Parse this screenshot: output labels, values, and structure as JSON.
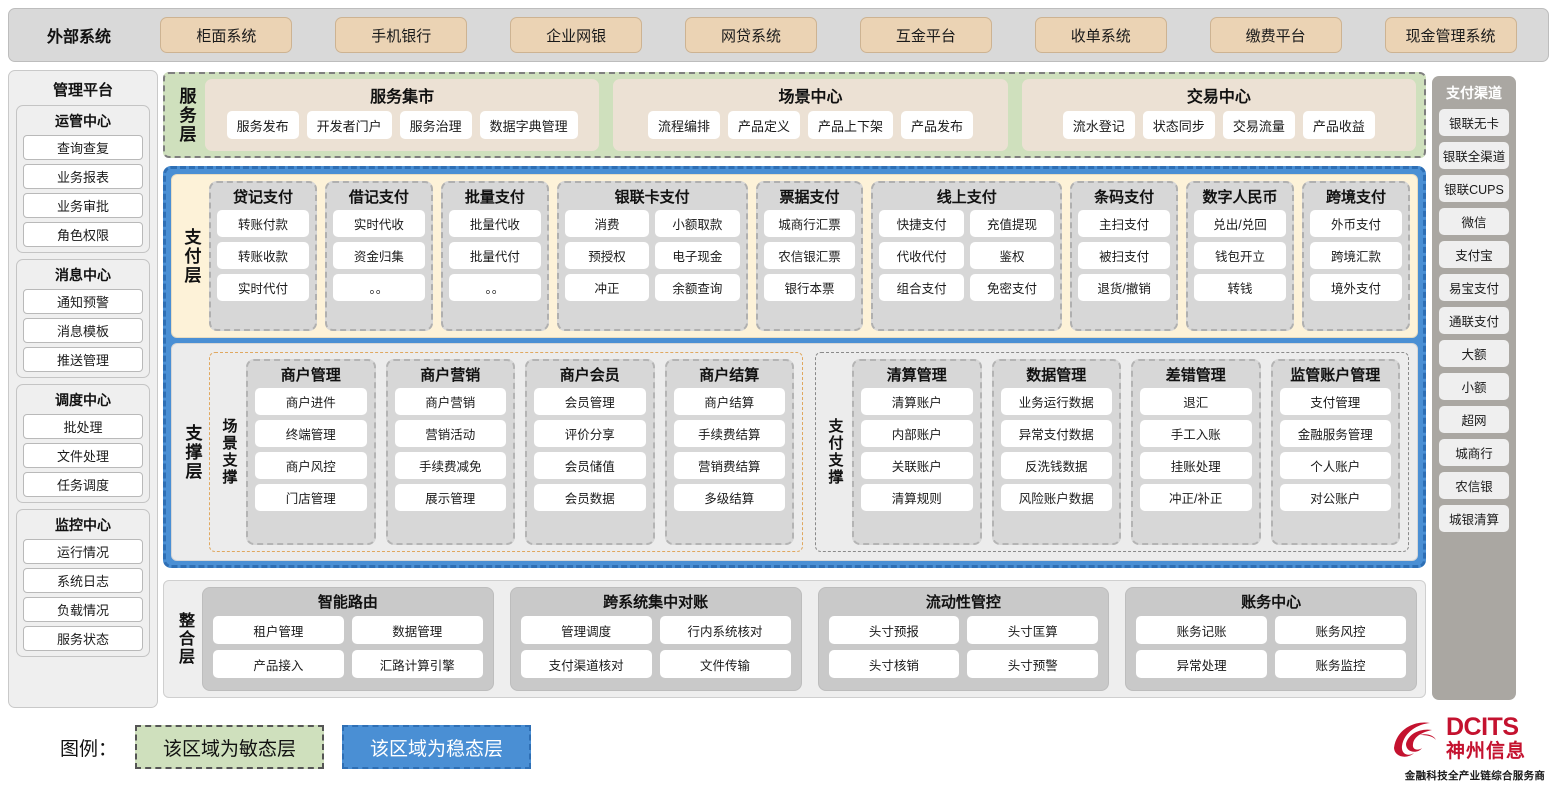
{
  "external": {
    "title": "外部系统",
    "systems": [
      "柜面系统",
      "手机银行",
      "企业网银",
      "网贷系统",
      "互金平台",
      "收单系统",
      "缴费平台",
      "现金管理系统"
    ]
  },
  "management": {
    "title": "管理平台",
    "groups": [
      {
        "title": "运管中心",
        "items": [
          "查询查复",
          "业务报表",
          "业务审批",
          "角色权限"
        ]
      },
      {
        "title": "消息中心",
        "items": [
          "通知预警",
          "消息模板",
          "推送管理"
        ]
      },
      {
        "title": "调度中心",
        "items": [
          "批处理",
          "文件处理",
          "任务调度"
        ]
      },
      {
        "title": "监控中心",
        "items": [
          "运行情况",
          "系统日志",
          "负载情况",
          "服务状态"
        ]
      }
    ]
  },
  "channels": {
    "title": "支付渠道",
    "items": [
      "银联无卡",
      "银联全渠道",
      "银联CUPS",
      "微信",
      "支付宝",
      "易宝支付",
      "通联支付",
      "大额",
      "小额",
      "超网",
      "城商行",
      "农信银",
      "城银清算"
    ]
  },
  "service_layer": {
    "label": "服务层",
    "groups": [
      {
        "title": "服务集市",
        "items": [
          "服务发布",
          "开发者门户",
          "服务治理",
          "数据字典管理"
        ]
      },
      {
        "title": "场景中心",
        "items": [
          "流程编排",
          "产品定义",
          "产品上下架",
          "产品发布"
        ]
      },
      {
        "title": "交易中心",
        "items": [
          "流水登记",
          "状态同步",
          "交易流量",
          "产品收益"
        ]
      }
    ]
  },
  "payment_layer": {
    "label": "支付层",
    "groups": [
      {
        "title": "贷记支付",
        "cols": [
          [
            "转账付款",
            "转账收款",
            "实时代付"
          ]
        ]
      },
      {
        "title": "借记支付",
        "cols": [
          [
            "实时代收",
            "资金归集",
            "。。"
          ]
        ]
      },
      {
        "title": "批量支付",
        "cols": [
          [
            "批量代收",
            "批量代付",
            "。。"
          ]
        ]
      },
      {
        "title": "银联卡支付",
        "cols": [
          [
            "消费",
            "预授权",
            "冲正"
          ],
          [
            "小额取款",
            "电子现金",
            "余额查询"
          ]
        ]
      },
      {
        "title": "票据支付",
        "cols": [
          [
            "城商行汇票",
            "农信银汇票",
            "银行本票"
          ]
        ]
      },
      {
        "title": "线上支付",
        "cols": [
          [
            "快捷支付",
            "代收代付",
            "组合支付"
          ],
          [
            "充值提现",
            "鉴权",
            "免密支付"
          ]
        ]
      },
      {
        "title": "条码支付",
        "cols": [
          [
            "主扫支付",
            "被扫支付",
            "退货/撤销"
          ]
        ]
      },
      {
        "title": "数字人民币",
        "cols": [
          [
            "兑出/兑回",
            "钱包开立",
            "转钱"
          ]
        ]
      },
      {
        "title": "跨境支付",
        "cols": [
          [
            "外币支付",
            "跨境汇款",
            "境外支付"
          ]
        ]
      }
    ]
  },
  "support_layer": {
    "label": "支撑层",
    "scene": {
      "label": "场景支撑",
      "groups": [
        {
          "title": "商户管理",
          "items": [
            "商户进件",
            "终端管理",
            "商户风控",
            "门店管理"
          ]
        },
        {
          "title": "商户营销",
          "items": [
            "商户营销",
            "营销活动",
            "手续费减免",
            "展示管理"
          ]
        },
        {
          "title": "商户会员",
          "items": [
            "会员管理",
            "评价分享",
            "会员储值",
            "会员数据"
          ]
        },
        {
          "title": "商户结算",
          "items": [
            "商户结算",
            "手续费结算",
            "营销费结算",
            "多级结算"
          ]
        }
      ]
    },
    "pay_support": {
      "label": "支付支撑",
      "groups": [
        {
          "title": "清算管理",
          "items": [
            "清算账户",
            "内部账户",
            "关联账户",
            "清算规则"
          ]
        },
        {
          "title": "数据管理",
          "items": [
            "业务运行数据",
            "异常支付数据",
            "反洗钱数据",
            "风险账户数据"
          ]
        },
        {
          "title": "差错管理",
          "items": [
            "退汇",
            "手工入账",
            "挂账处理",
            "冲正/补正"
          ]
        },
        {
          "title": "监管账户管理",
          "items": [
            "支付管理",
            "金融服务管理",
            "个人账户",
            "对公账户"
          ]
        }
      ]
    }
  },
  "integration_layer": {
    "label": "整合层",
    "groups": [
      {
        "title": "智能路由",
        "items": [
          "租户管理",
          "数据管理",
          "产品接入",
          "汇路计算引擎"
        ]
      },
      {
        "title": "跨系统集中对账",
        "items": [
          "管理调度",
          "行内系统核对",
          "支付渠道核对",
          "文件传输"
        ]
      },
      {
        "title": "流动性管控",
        "items": [
          "头寸预报",
          "头寸匡算",
          "头寸核销",
          "头寸预警"
        ]
      },
      {
        "title": "账务中心",
        "items": [
          "账务记账",
          "账务风控",
          "异常处理",
          "账务监控"
        ]
      }
    ]
  },
  "legend": {
    "label": "图例：",
    "agile": "该区域为敏态层",
    "stable": "该区域为稳态层",
    "agile_color": "#cfe0bd",
    "stable_color": "#4a8fd4"
  },
  "logo": {
    "brand_en": "DCITS",
    "brand_cn": "神州信息",
    "tagline": "金融科技全产业链综合服务商",
    "brand_color": "#c4122f"
  }
}
